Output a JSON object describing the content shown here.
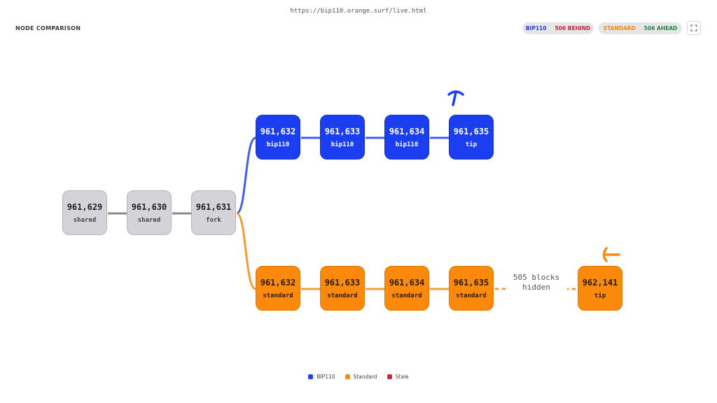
{
  "url": "https://bip110.orange.surf/live.html",
  "title": "NODE COMPARISON",
  "status": {
    "bip110": {
      "label": "BIP110",
      "state": "506 BEHIND",
      "label_color": "#1b3ff0",
      "state_color": "#d0243a"
    },
    "standard": {
      "label": "STANDARD",
      "state": "506 AHEAD",
      "label_color": "#f08a12",
      "state_color": "#1f8a3a"
    }
  },
  "fullscreen_icon": "expand-icon",
  "colors": {
    "bip110": "#1b3ff0",
    "standard": "#fb8a0c",
    "shared": "#d4d4d8",
    "stale": "#d0243a"
  },
  "shared_blocks": [
    {
      "height": "961,629",
      "label": "shared"
    },
    {
      "height": "961,630",
      "label": "shared"
    },
    {
      "height": "961,631",
      "label": "fork"
    }
  ],
  "bip110_blocks": [
    {
      "height": "961,632",
      "label": "bip110"
    },
    {
      "height": "961,633",
      "label": "bip110"
    },
    {
      "height": "961,634",
      "label": "bip110"
    },
    {
      "height": "961,635",
      "label": "tip"
    }
  ],
  "standard_blocks": [
    {
      "height": "961,632",
      "label": "standard"
    },
    {
      "height": "961,633",
      "label": "standard"
    },
    {
      "height": "961,634",
      "label": "standard"
    },
    {
      "height": "961,635",
      "label": "standard"
    },
    {
      "height": "962,141",
      "label": "tip"
    }
  ],
  "hidden_blocks": {
    "line1": "505 blocks",
    "line2": "hidden"
  },
  "legend": [
    {
      "label": "BIP110",
      "color": "#1b3ff0"
    },
    {
      "label": "Standard",
      "color": "#fb8a0c"
    },
    {
      "label": "Stale",
      "color": "#d0243a"
    }
  ]
}
